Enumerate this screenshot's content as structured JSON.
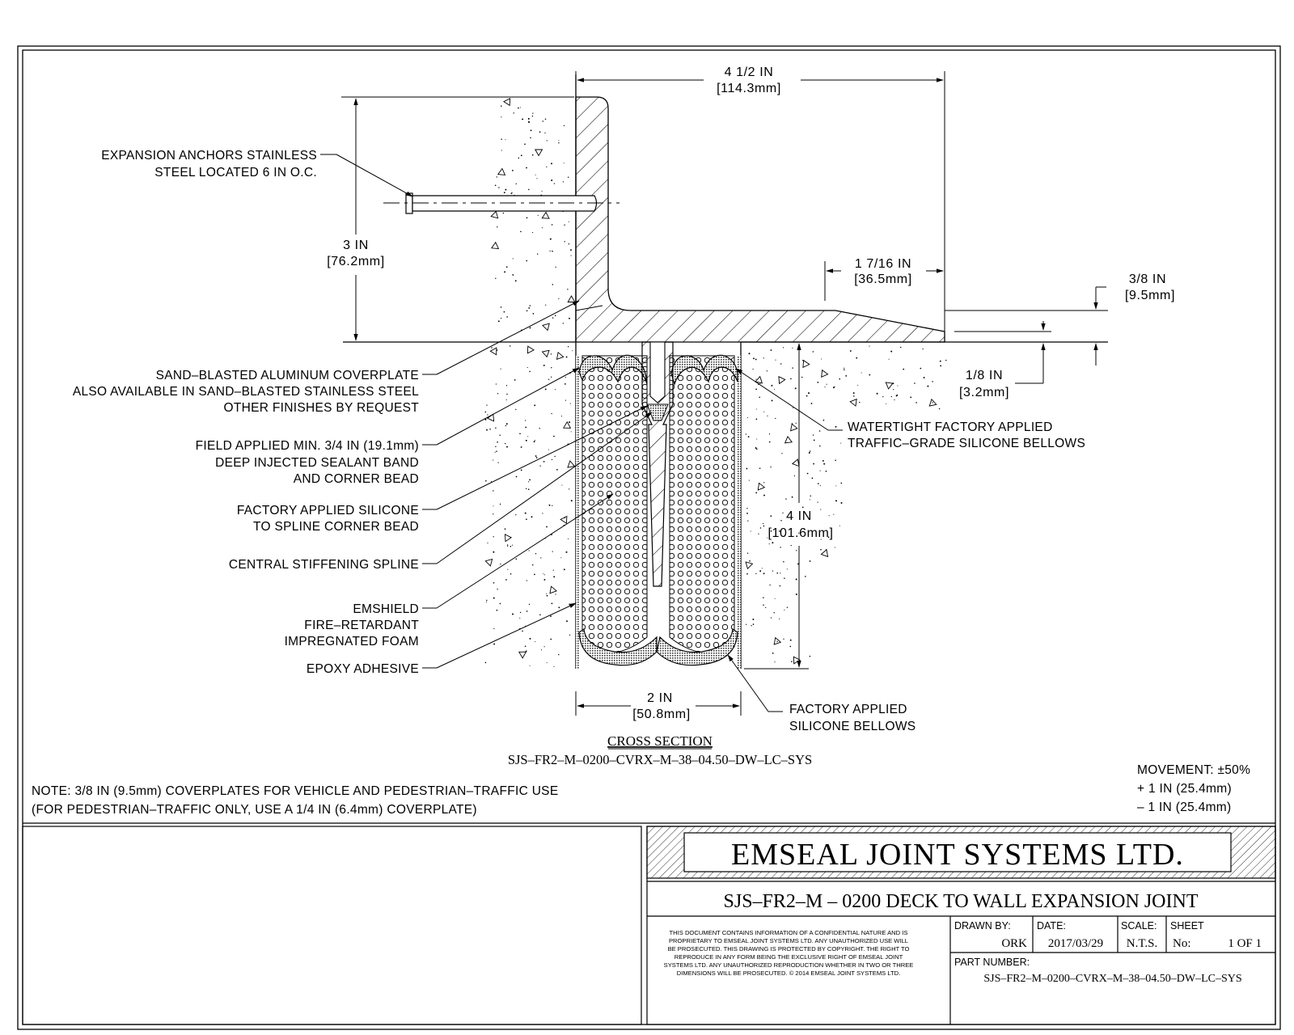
{
  "colors": {
    "ink": "#000000",
    "paper": "#ffffff",
    "foam": "#bdbdbd",
    "bellows": "#5a5a5a"
  },
  "dimensions": {
    "width_top": [
      "4 1/2 IN",
      "[114.3mm]"
    ],
    "height_left": [
      "3 IN",
      "[76.2mm]"
    ],
    "lip": [
      "1 7/16 IN",
      "[36.5mm]"
    ],
    "plate_thickness": [
      "3/8 IN",
      "[9.5mm]"
    ],
    "recess": [
      "1/8 IN",
      "[3.2mm]"
    ],
    "depth": [
      "4 IN",
      "[101.6mm]"
    ],
    "gap": [
      "2 IN",
      "[50.8mm]"
    ]
  },
  "callouts": {
    "anchors": [
      "EXPANSION ANCHORS STAINLESS",
      "STEEL LOCATED 6 IN O.C."
    ],
    "coverplate": [
      "SAND–BLASTED ALUMINUM COVERPLATE",
      "ALSO AVAILABLE IN SAND–BLASTED STAINLESS STEEL",
      "OTHER FINISHES BY REQUEST"
    ],
    "sealant": [
      "FIELD APPLIED MIN. 3/4 IN (19.1mm)",
      "DEEP INJECTED SEALANT BAND",
      "AND CORNER BEAD"
    ],
    "silicone_spline": [
      "FACTORY APPLIED SILICONE",
      "TO SPLINE CORNER BEAD"
    ],
    "spline": [
      "CENTRAL STIFFENING SPLINE"
    ],
    "foam": [
      "EMSHIELD",
      "FIRE–RETARDANT",
      "IMPREGNATED FOAM"
    ],
    "epoxy": [
      "EPOXY ADHESIVE"
    ],
    "watertight": [
      "WATERTIGHT FACTORY APPLIED",
      "TRAFFIC–GRADE SILICONE BELLOWS"
    ],
    "bellows_bottom": [
      "FACTORY APPLIED",
      "SILICONE BELLOWS"
    ]
  },
  "section": {
    "title": "CROSS SECTION",
    "code": "SJS–FR2–M–0200–CVRX–M–38–04.50–DW–LC–SYS"
  },
  "note": [
    "NOTE:  3/8 IN (9.5mm) COVERPLATES FOR VEHICLE AND PEDESTRIAN–TRAFFIC USE",
    "(FOR PEDESTRIAN–TRAFFIC ONLY, USE A 1/4 IN (6.4mm) COVERPLATE)"
  ],
  "movement": [
    "MOVEMENT:  ±50%",
    "+  1  IN  (25.4mm)",
    "–  1  IN  (25.4mm)"
  ],
  "title_block": {
    "company": "EMSEAL  JOINT  SYSTEMS  LTD.",
    "drawing_title": "SJS–FR2–M  –  0200 DECK TO WALL EXPANSION JOINT",
    "confidential": [
      "THIS DOCUMENT CONTAINS INFORMATION OF A CONFIDENTIAL NATURE AND IS",
      "PROPRIETARY TO EMSEAL JOINT SYSTEMS LTD. ANY UNAUTHORIZED USE WILL",
      "BE PROSECUTED. THIS DRAWING IS PROTECTED BY COPYRIGHT. THE RIGHT TO",
      "REPRODUCE IN ANY FORM BEING THE EXCLUSIVE RIGHT OF EMSEAL JOINT",
      "SYSTEMS LTD. ANY UNAUTHORIZED REPRODUCTION WHETHER IN TWO OR THREE",
      "DIMENSIONS WILL BE PROSECUTED. © 2014 EMSEAL JOINT SYSTEMS LTD."
    ],
    "drawn_by_label": "DRAWN BY:",
    "drawn_by": "ORK",
    "date_label": "DATE:",
    "date": "2017/03/29",
    "scale_label": "SCALE:",
    "scale": "N.T.S.",
    "sheet_label": "SHEET",
    "sheet_no_label": "No:",
    "sheet": "1 OF 1",
    "part_number_label": "PART NUMBER:",
    "part_number": "SJS–FR2–M–0200–CVRX–M–38–04.50–DW–LC–SYS"
  }
}
